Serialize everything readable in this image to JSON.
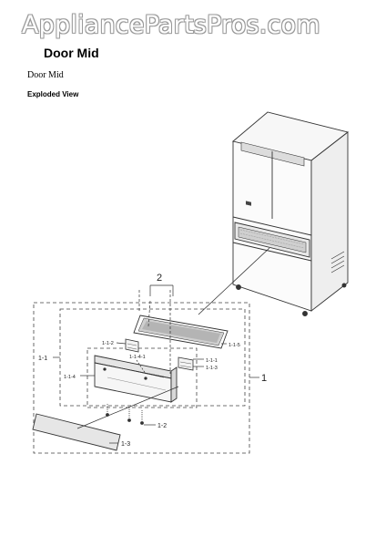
{
  "site": {
    "watermark": "AppliancePartsPros.com"
  },
  "header": {
    "title": "Door Mid",
    "subtitle": "Door Mid",
    "section": "Exploded View"
  },
  "diagram": {
    "labels": {
      "group": "2",
      "assembly": "1",
      "part_1_1": "1-1",
      "part_1_1_4": "1-1-4",
      "part_1_1_2": "1-1-2",
      "part_1_1_4_1": "1-1-4-1",
      "part_1_1_5": "1-1-5",
      "part_1_1_1": "1-1-1",
      "part_1_1_3": "1-1-3",
      "part_1_2": "1-2",
      "part_1_3": "1-3"
    }
  }
}
